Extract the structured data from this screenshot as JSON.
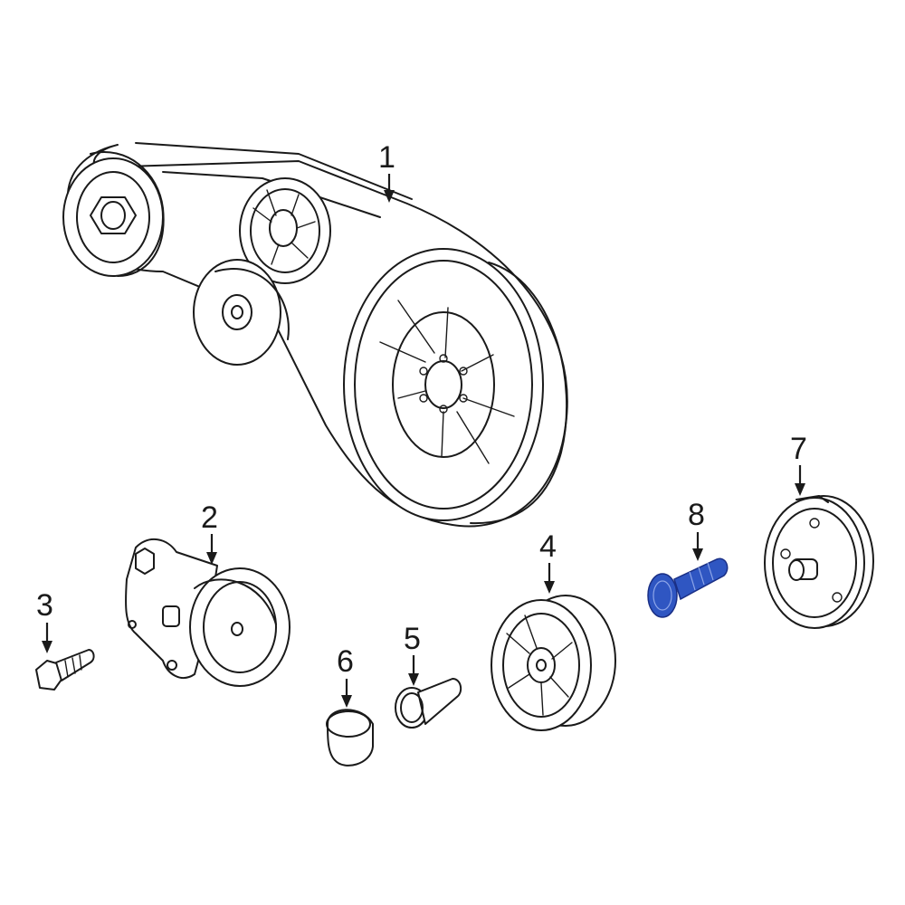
{
  "callouts": [
    {
      "id": "1",
      "label": "1"
    },
    {
      "id": "2",
      "label": "2"
    },
    {
      "id": "3",
      "label": "3"
    },
    {
      "id": "4",
      "label": "4"
    },
    {
      "id": "5",
      "label": "5"
    },
    {
      "id": "6",
      "label": "6"
    },
    {
      "id": "7",
      "label": "7"
    },
    {
      "id": "8",
      "label": "8"
    }
  ],
  "colors": {
    "line": "#1a1a1a",
    "background": "#ffffff",
    "highlight_fill": "#2f56c2",
    "highlight_stroke": "#1a2f85"
  },
  "highlighted_part": "8"
}
